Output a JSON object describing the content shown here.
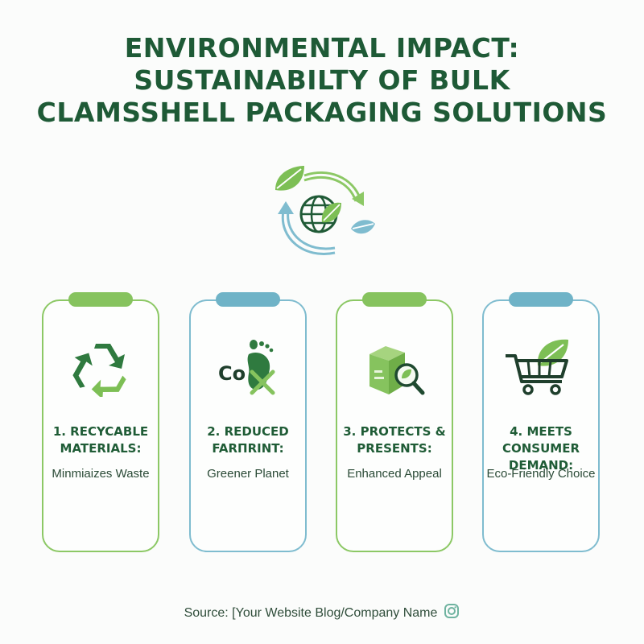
{
  "title": {
    "line1": "ENVIRONMENTAL IMPACT:",
    "line2": "SUSTAINABILTY OF BULK",
    "line3": "CLAMSSHELL PACKAGING SOLUTIONS"
  },
  "hero": {
    "icon": "recycle-globe-leaves-icon"
  },
  "cards": [
    {
      "heading_1": "1. RECYCABLE",
      "heading_2": "MATERIALS:",
      "sub": "Minmiaizes Waste",
      "icon": "recycle-icon",
      "accent": "#86c35e"
    },
    {
      "heading_1": "2. REDUCED",
      "heading_2": "FARПRINT:",
      "sub": "Greener Planet",
      "icon": "co2-footprint-icon",
      "icon_text": "Co",
      "accent": "#6fb3c7"
    },
    {
      "heading_1": "3. PROTECTS &",
      "heading_2": "PRESENTS:",
      "sub": "Enhanced Appeal",
      "icon": "box-magnifier-icon",
      "accent": "#86c35e"
    },
    {
      "heading_1": "4. MEETS CONSUMER",
      "heading_2": "DEMAND:",
      "sub": "Eco-Friendly Choice",
      "icon": "cart-leaf-icon",
      "accent": "#6fb3c7"
    }
  ],
  "footer": {
    "source": "Source: [Your Website Blog/Company Name",
    "icon": "instagram-icon"
  },
  "colors": {
    "dark_green": "#1e5a36",
    "green": "#86c35e",
    "blue": "#6fb3c7"
  }
}
